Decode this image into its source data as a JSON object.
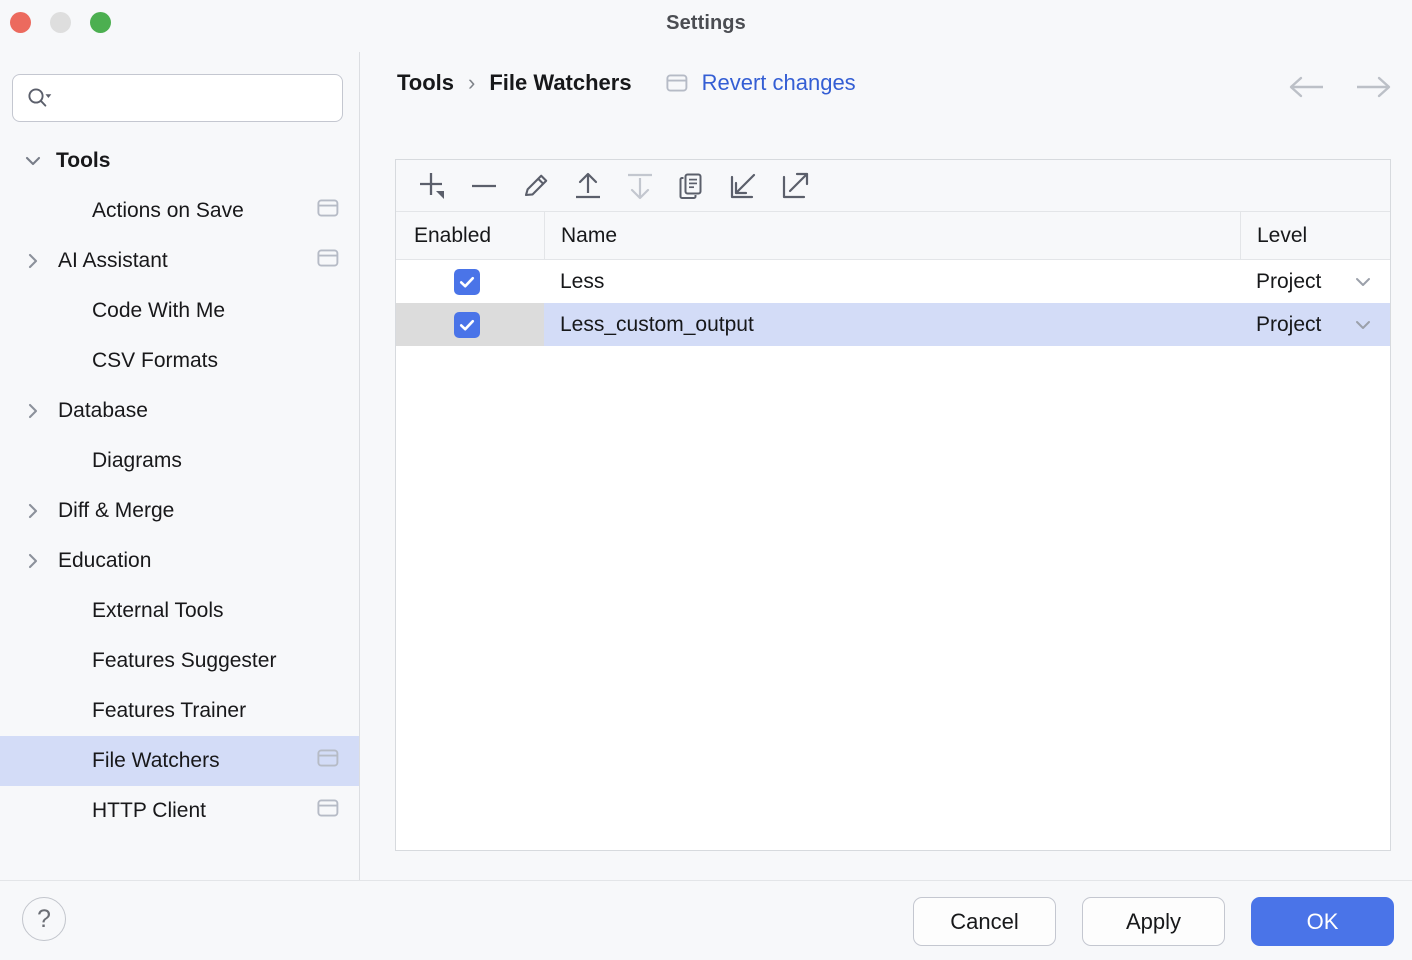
{
  "window": {
    "title": "Settings",
    "traffic_lights": [
      "close-button",
      "minimize-button",
      "zoom-button"
    ]
  },
  "sidebar": {
    "search": {
      "value": "",
      "placeholder": ""
    },
    "items": [
      {
        "label": "Tools",
        "level": 0,
        "bold": true,
        "twisty": "down",
        "badge": false,
        "selected": false
      },
      {
        "label": "Actions on Save",
        "level": 1,
        "bold": false,
        "twisty": "none",
        "badge": true,
        "selected": false
      },
      {
        "label": "AI Assistant",
        "level": 1,
        "bold": false,
        "twisty": "right",
        "badge": true,
        "selected": false
      },
      {
        "label": "Code With Me",
        "level": 1,
        "bold": false,
        "twisty": "none",
        "badge": false,
        "selected": false
      },
      {
        "label": "CSV Formats",
        "level": 1,
        "bold": false,
        "twisty": "none",
        "badge": false,
        "selected": false
      },
      {
        "label": "Database",
        "level": 1,
        "bold": false,
        "twisty": "right",
        "badge": false,
        "selected": false
      },
      {
        "label": "Diagrams",
        "level": 1,
        "bold": false,
        "twisty": "none",
        "badge": false,
        "selected": false
      },
      {
        "label": "Diff & Merge",
        "level": 1,
        "bold": false,
        "twisty": "right",
        "badge": false,
        "selected": false
      },
      {
        "label": "Education",
        "level": 1,
        "bold": false,
        "twisty": "right",
        "badge": false,
        "selected": false
      },
      {
        "label": "External Tools",
        "level": 1,
        "bold": false,
        "twisty": "none",
        "badge": false,
        "selected": false
      },
      {
        "label": "Features Suggester",
        "level": 1,
        "bold": false,
        "twisty": "none",
        "badge": false,
        "selected": false
      },
      {
        "label": "Features Trainer",
        "level": 1,
        "bold": false,
        "twisty": "none",
        "badge": false,
        "selected": false
      },
      {
        "label": "File Watchers",
        "level": 1,
        "bold": false,
        "twisty": "none",
        "badge": true,
        "selected": true
      },
      {
        "label": "HTTP Client",
        "level": 1,
        "bold": false,
        "twisty": "none",
        "badge": true,
        "selected": false
      }
    ]
  },
  "breadcrumb": {
    "root": "Tools",
    "separator": "›",
    "current": "File Watchers",
    "revert_label": "Revert changes",
    "badge_icon": "project-scope-icon",
    "back_icon": "arrow-left-icon",
    "forward_icon": "arrow-right-icon"
  },
  "toolbar": {
    "buttons": [
      {
        "name": "add-button",
        "icon": "plus-icon",
        "enabled": true
      },
      {
        "name": "remove-button",
        "icon": "minus-icon",
        "enabled": true
      },
      {
        "name": "edit-button",
        "icon": "pencil-icon",
        "enabled": true
      },
      {
        "name": "move-up-button",
        "icon": "arrow-up-icon",
        "enabled": true
      },
      {
        "name": "move-down-button",
        "icon": "arrow-down-icon",
        "enabled": false
      },
      {
        "name": "copy-button",
        "icon": "copy-icon",
        "enabled": true
      },
      {
        "name": "import-button",
        "icon": "import-arrow-icon",
        "enabled": true
      },
      {
        "name": "export-button",
        "icon": "export-arrow-icon",
        "enabled": true
      }
    ]
  },
  "table": {
    "columns": [
      "Enabled",
      "Name",
      "Level"
    ],
    "rows": [
      {
        "enabled": true,
        "name": "Less",
        "level": "Project",
        "selected": false
      },
      {
        "enabled": true,
        "name": "Less_custom_output",
        "level": "Project",
        "selected": true
      }
    ]
  },
  "footer": {
    "help_label": "?",
    "cancel_label": "Cancel",
    "apply_label": "Apply",
    "ok_label": "OK"
  },
  "colors": {
    "accent": "#4a74e8",
    "selection": "#d3dcf7",
    "selection_gray": "#dcdcdc",
    "link": "#345ed4",
    "window_bg": "#f7f8fa",
    "panel_bg": "#ffffff",
    "border": "#d7dade",
    "traffic_red": "#ec6a5e",
    "traffic_yellow": "#dedede",
    "traffic_green": "#4caf50"
  }
}
